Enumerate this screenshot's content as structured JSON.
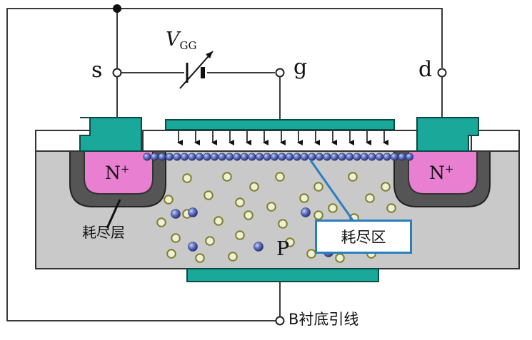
{
  "labels": {
    "source": "s",
    "gate": "g",
    "drain": "d",
    "vgg_main": "V",
    "vgg_sub": "GG",
    "n_plus": "N",
    "plus": "+",
    "p_region": "P",
    "depletion_layer": "耗尽层",
    "depletion_region": "耗尽区",
    "substrate_lead": "B衬底引线"
  },
  "colors": {
    "wire": "#3a3a3a",
    "substrate": "#c9c9c9",
    "metal": "#1aa89a",
    "n_plus_region": "#e87fd0",
    "depletion_dark": "#555555",
    "oxide": "#ffffff",
    "electron": "#5a6bb8",
    "hole": "#8a8a2e",
    "callout": "#2a7fbf"
  },
  "icons": [
    "battery-icon",
    "electron-icon",
    "hole-icon",
    "field-arrow-icon"
  ]
}
